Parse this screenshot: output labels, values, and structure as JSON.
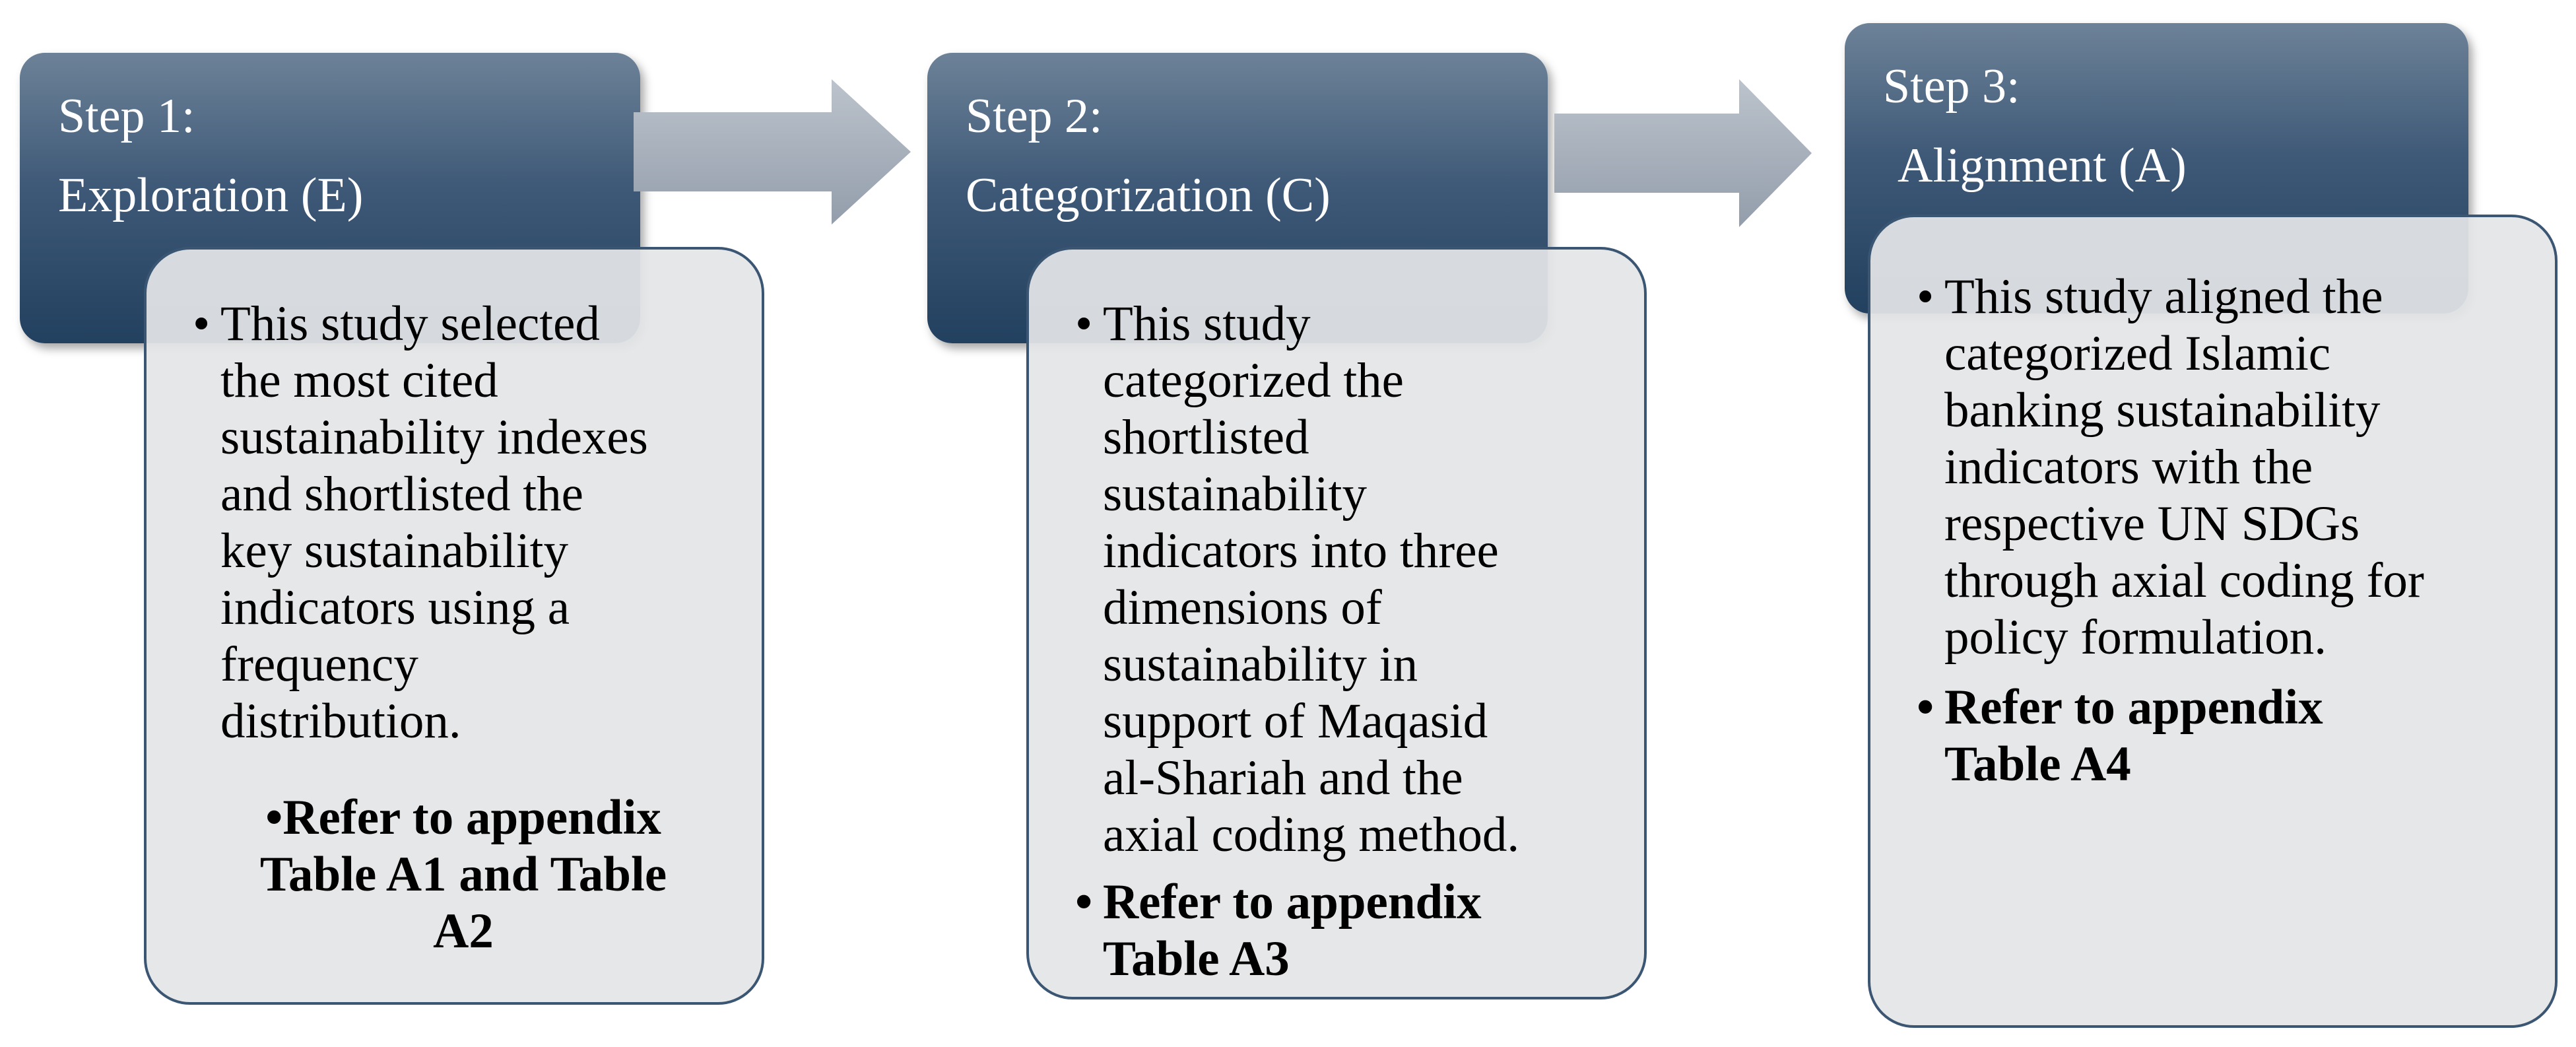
{
  "steps": [
    {
      "step_label": "Step 1:",
      "step_name": "Exploration (E)",
      "description_lines": [
        "This study selected",
        "the most cited",
        "sustainability indexes",
        "and shortlisted the",
        "key sustainability",
        "indicators using a",
        "frequency",
        "distribution."
      ],
      "reference_lines": [
        "Refer to appendix",
        "Table A1 and Table",
        "A2"
      ]
    },
    {
      "step_label": "Step 2:",
      "step_name": "Categorization (C)",
      "description_lines": [
        "This study",
        "categorized the",
        "shortlisted",
        "sustainability",
        "indicators into three",
        "dimensions of",
        "sustainability in",
        "support of Maqasid",
        "al-Shariah and the",
        "axial coding method."
      ],
      "reference_lines": [
        "Refer to appendix",
        "Table A3"
      ]
    },
    {
      "step_label": "Step 3:",
      "step_name": "Alignment (A)",
      "description_lines": [
        "This study aligned the",
        "categorized Islamic",
        "banking sustainability",
        "indicators with the",
        "respective UN SDGs",
        "through axial coding for",
        "policy formulation."
      ],
      "reference_lines": [
        "Refer to appendix",
        "Table A4"
      ]
    }
  ],
  "bullet_glyph": "•",
  "colors": {
    "header_top": "#6d8298",
    "header_bottom": "#22405f",
    "card_fill": "#e4e5e7",
    "card_border": "#3b5673",
    "arrow_fill": "#a4acb8"
  }
}
